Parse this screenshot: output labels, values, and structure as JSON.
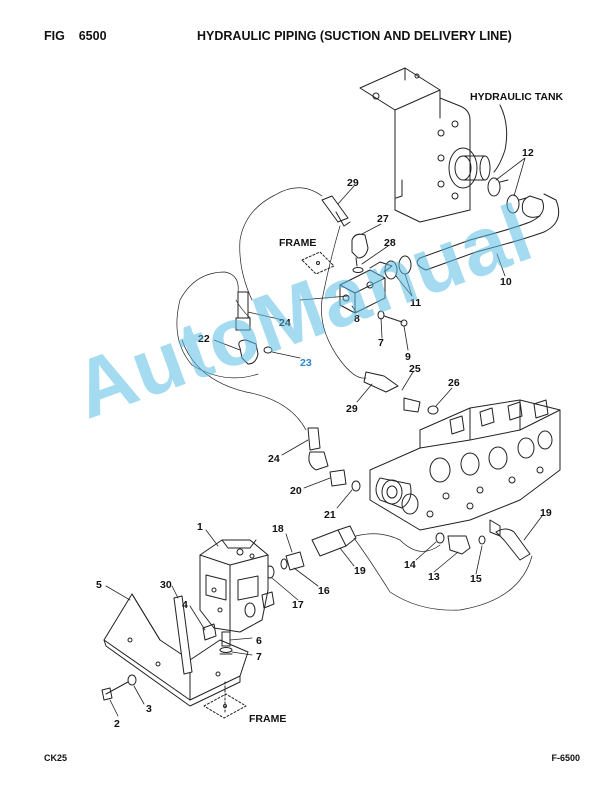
{
  "header": {
    "fig_label": "FIG    6500",
    "title": "HYDRAULIC PIPING (SUCTION AND DELIVERY LINE)"
  },
  "footer": {
    "model": "CK25",
    "page": "F-6500"
  },
  "watermark": "AutoManual",
  "colors": {
    "line": "#222222",
    "watermark": "#5abee6",
    "highlight_label": "#2a86c8"
  },
  "labels": {
    "tank": "HYDRAULIC TANK",
    "frame_top": "FRAME",
    "frame_bottom": "FRAME"
  },
  "callouts": [
    {
      "id": "c12",
      "text": "12"
    },
    {
      "id": "c29a",
      "text": "29"
    },
    {
      "id": "c27",
      "text": "27"
    },
    {
      "id": "c28",
      "text": "28"
    },
    {
      "id": "c10",
      "text": "10"
    },
    {
      "id": "c11",
      "text": "11"
    },
    {
      "id": "c24a",
      "text": "24"
    },
    {
      "id": "c22",
      "text": "22"
    },
    {
      "id": "c8",
      "text": "8"
    },
    {
      "id": "c7a",
      "text": "7"
    },
    {
      "id": "c9",
      "text": "9"
    },
    {
      "id": "c23",
      "text": "23"
    },
    {
      "id": "c25",
      "text": "25"
    },
    {
      "id": "c26",
      "text": "26"
    },
    {
      "id": "c29b",
      "text": "29"
    },
    {
      "id": "c24b",
      "text": "24"
    },
    {
      "id": "c20",
      "text": "20"
    },
    {
      "id": "c21",
      "text": "21"
    },
    {
      "id": "c1",
      "text": "1"
    },
    {
      "id": "c18",
      "text": "18"
    },
    {
      "id": "c19a",
      "text": "19"
    },
    {
      "id": "c19b",
      "text": "19"
    },
    {
      "id": "c14",
      "text": "14"
    },
    {
      "id": "c13",
      "text": "13"
    },
    {
      "id": "c15",
      "text": "15"
    },
    {
      "id": "c16",
      "text": "16"
    },
    {
      "id": "c17",
      "text": "17"
    },
    {
      "id": "c5",
      "text": "5"
    },
    {
      "id": "c30",
      "text": "30"
    },
    {
      "id": "c4",
      "text": "4"
    },
    {
      "id": "c6",
      "text": "6"
    },
    {
      "id": "c7b",
      "text": "7"
    },
    {
      "id": "c3",
      "text": "3"
    },
    {
      "id": "c2",
      "text": "2"
    }
  ]
}
